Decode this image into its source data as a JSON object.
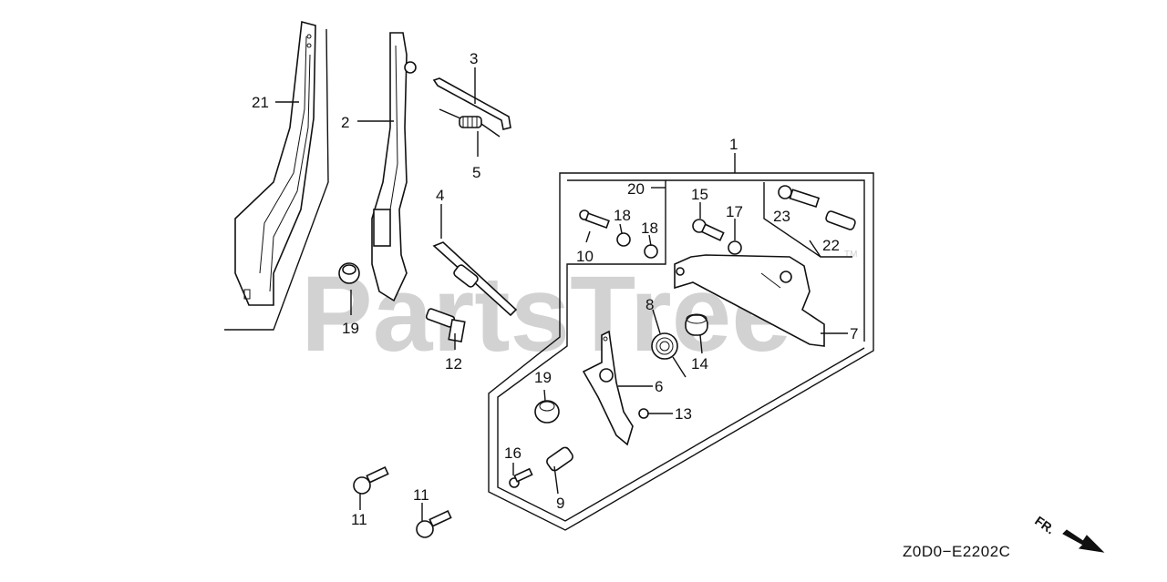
{
  "watermark": "PartsTree",
  "trademark": "TM",
  "diagram_code": "Z0D0−E2202C",
  "direction_label": "FR.",
  "callouts": [
    {
      "id": "c21",
      "text": "21"
    },
    {
      "id": "c2",
      "text": "2"
    },
    {
      "id": "c3",
      "text": "3"
    },
    {
      "id": "c5",
      "text": "5"
    },
    {
      "id": "c4",
      "text": "4"
    },
    {
      "id": "c19a",
      "text": "19"
    },
    {
      "id": "c12",
      "text": "12"
    },
    {
      "id": "c1",
      "text": "1"
    },
    {
      "id": "c20",
      "text": "20"
    },
    {
      "id": "c15",
      "text": "15"
    },
    {
      "id": "c17",
      "text": "17"
    },
    {
      "id": "c23",
      "text": "23"
    },
    {
      "id": "c22",
      "text": "22"
    },
    {
      "id": "c18a",
      "text": "18"
    },
    {
      "id": "c18b",
      "text": "18"
    },
    {
      "id": "c10",
      "text": "10"
    },
    {
      "id": "c8",
      "text": "8"
    },
    {
      "id": "c7",
      "text": "7"
    },
    {
      "id": "c14",
      "text": "14"
    },
    {
      "id": "c6",
      "text": "6"
    },
    {
      "id": "c19b",
      "text": "19"
    },
    {
      "id": "c13",
      "text": "13"
    },
    {
      "id": "c16",
      "text": "16"
    },
    {
      "id": "c9",
      "text": "9"
    },
    {
      "id": "c11a",
      "text": "11"
    },
    {
      "id": "c11b",
      "text": "11"
    }
  ]
}
